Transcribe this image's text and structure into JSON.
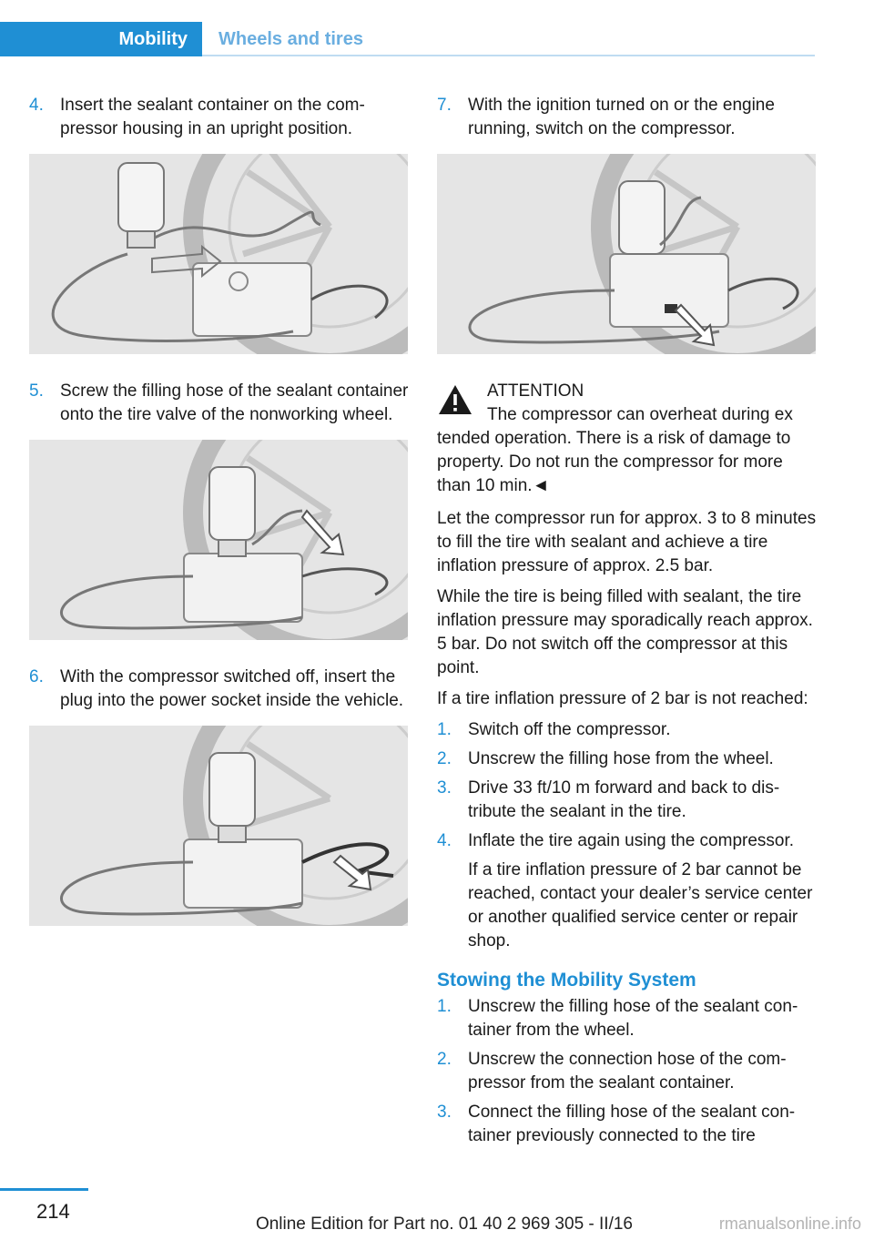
{
  "header": {
    "tab_active": "Mobility",
    "tab_inactive": "Wheels and tires"
  },
  "left": {
    "steps": [
      {
        "num": "4.",
        "text": "Insert the sealant container on the com­pressor housing in an upright position."
      },
      {
        "num": "5.",
        "text": "Screw the filling hose of the sealant con­tainer onto the tire valve of the nonworking wheel."
      },
      {
        "num": "6.",
        "text": "With the compressor switched off, insert the plug into the power socket inside the vehicle."
      }
    ]
  },
  "right": {
    "step7": {
      "num": "7.",
      "text": "With the ignition turned on or the engine running, switch on the compressor."
    },
    "attention": {
      "heading": "ATTENTION",
      "text_first": "The compressor can overheat during ex­",
      "text_rest": "tended operation. There is a risk of damage to property. Do not run the compressor for more than 10 min.◄"
    },
    "para1": "Let the compressor run for approx. 3 to 8 mi­nutes to fill the tire with sealant and achieve a tire inflation pressure of approx. 2.5 bar.",
    "para2": "While the tire is being filled with sealant, the tire inflation pressure may sporadically reach approx. 5 bar. Do not switch off the compres­sor at this point.",
    "para3": "If a tire inflation pressure of 2 bar is not reached:",
    "list1": [
      {
        "num": "1.",
        "text": "Switch off the compressor."
      },
      {
        "num": "2.",
        "text": "Unscrew the filling hose from the wheel."
      },
      {
        "num": "3.",
        "text": "Drive 33 ft/10 m forward and back to dis­tribute the sealant in the tire."
      },
      {
        "num": "4.",
        "text": "Inflate the tire again using the compressor.",
        "sub": "If a tire inflation pressure of 2 bar cannot be reached, contact your dealer’s service cen­ter or another qualified service center or repair shop."
      }
    ],
    "heading": "Stowing the Mobility System",
    "list2": [
      {
        "num": "1.",
        "text": "Unscrew the filling hose of the sealant con­tainer from the wheel."
      },
      {
        "num": "2.",
        "text": "Unscrew the connection hose of the com­pressor from the sealant container."
      },
      {
        "num": "3.",
        "text": "Connect the filling hose of the sealant con­tainer previously connected to the tire"
      }
    ]
  },
  "footer": {
    "page_number": "214",
    "edition": "Online Edition for Part no. 01 40 2 969 305 - II/16",
    "watermark": "rmanualsonline.info"
  }
}
